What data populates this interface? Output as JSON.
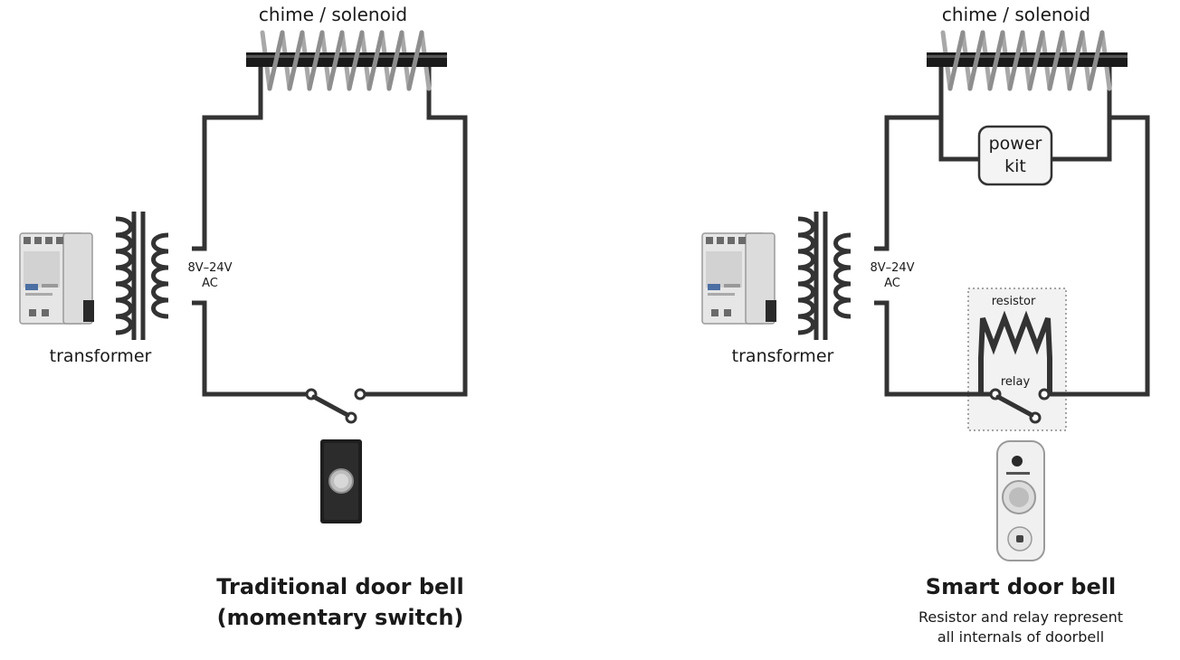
{
  "traditional": {
    "chime_label": "chime / solenoid",
    "transformer_label": "transformer",
    "voltage_line1": "8V–24V",
    "voltage_line2": "AC",
    "title_line1": "Traditional door bell",
    "title_line2": "(momentary switch)"
  },
  "smart": {
    "chime_label": "chime / solenoid",
    "transformer_label": "transformer",
    "voltage_line1": "8V–24V",
    "voltage_line2": "AC",
    "power_kit_line1": "power",
    "power_kit_line2": "kit",
    "resistor_label": "resistor",
    "relay_label": "relay",
    "title": "Smart door bell",
    "note_line1": "Resistor and relay represent",
    "note_line2": "all internals of doorbell"
  },
  "colors": {
    "wire": "#333333",
    "coil": "#9a9a9a",
    "rod": "#1a1a1a",
    "dotted_box": "#8a8a8a",
    "box_fill": "#f2f2f2"
  }
}
